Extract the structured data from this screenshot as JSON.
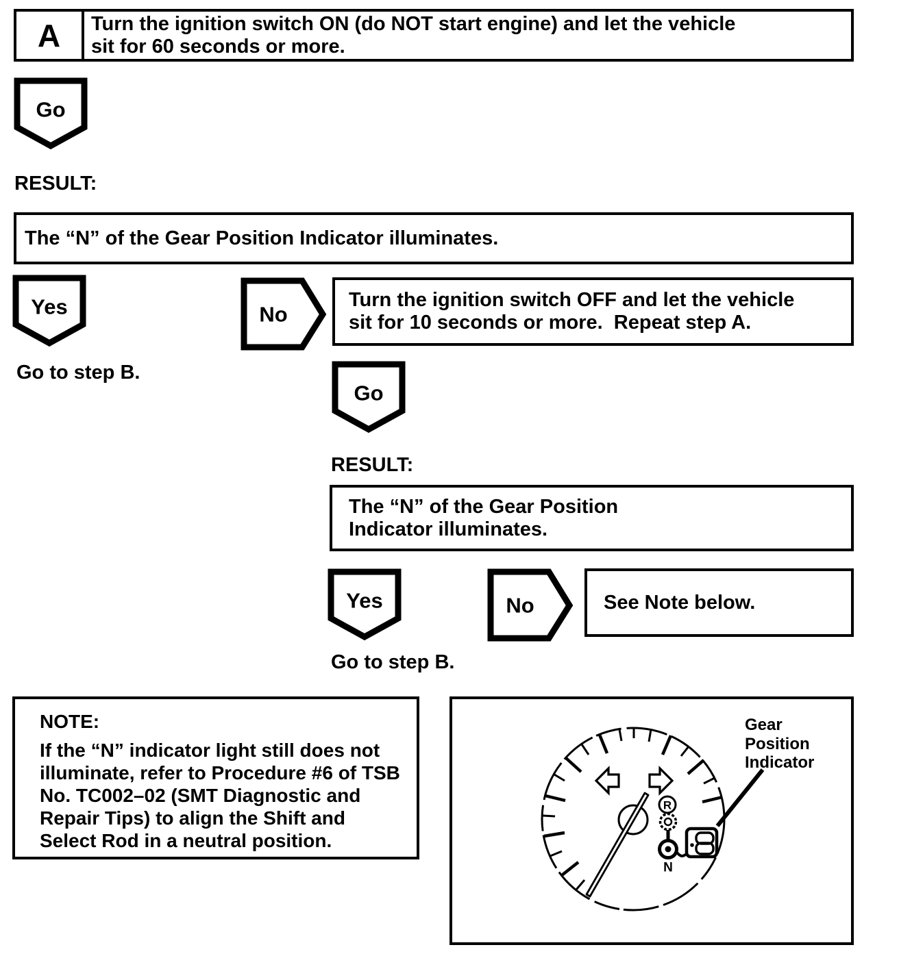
{
  "colors": {
    "ink": "#000000",
    "paper": "#ffffff"
  },
  "flow": {
    "step_a": {
      "id": "A",
      "instruction_lines": [
        "Turn the ignition switch ON (do NOT start engine) and let the vehicle",
        "sit for 60 seconds or more."
      ]
    },
    "go_1": {
      "label": "Go"
    },
    "result_1": {
      "heading": "RESULT:",
      "text": "The “N” of the Gear Position Indicator illuminates."
    },
    "yes_1": {
      "label": "Yes",
      "followup": "Go to step B."
    },
    "no_1": {
      "label": "No",
      "action_lines": [
        "Turn the ignition switch OFF and let the vehicle",
        "sit for 10 seconds or more.  Repeat step A."
      ]
    },
    "go_2": {
      "label": "Go"
    },
    "result_2": {
      "heading": "RESULT:",
      "text_lines": [
        "The “N” of the Gear Position",
        "Indicator illuminates."
      ]
    },
    "yes_2": {
      "label": "Yes",
      "followup": "Go to step B."
    },
    "no_2": {
      "label": "No",
      "action": "See Note below."
    }
  },
  "note": {
    "heading": "NOTE:",
    "body_lines": [
      "If the “N” indicator light still does not",
      "illuminate, refer to Procedure #6 of TSB",
      "No. TC002–02 (SMT Diagnostic and",
      "Repair Tips) to align the Shift and",
      "Select Rod in a neutral position."
    ]
  },
  "diagram": {
    "caption_lines": [
      "Gear",
      "Position",
      "Indicator"
    ],
    "reverse_label": "R",
    "neutral_label": "N"
  }
}
